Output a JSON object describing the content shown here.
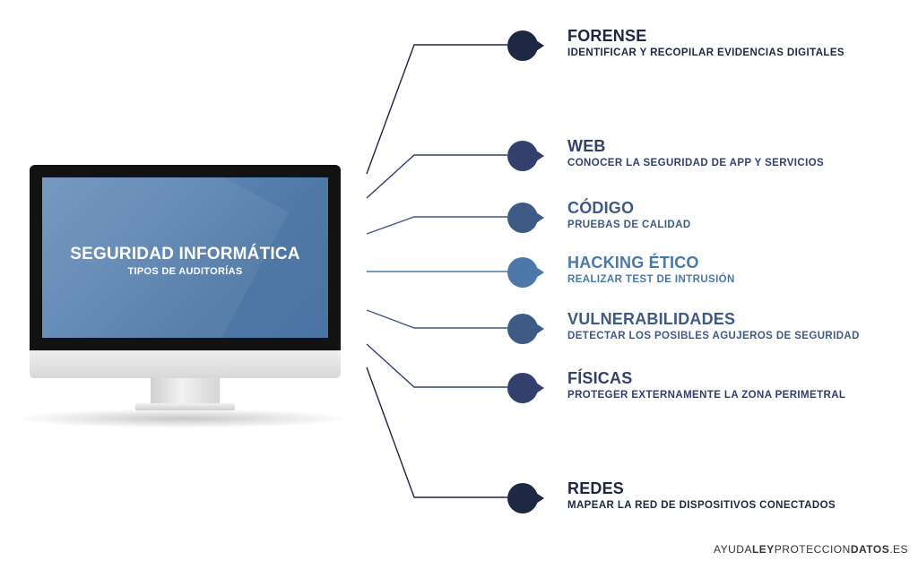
{
  "monitor": {
    "title": "SEGURIDAD INFORMÁTICA",
    "subtitle": "TIPOS DE AUDITORÍAS"
  },
  "items": [
    {
      "title": "FORENSE",
      "description": "IDENTIFICAR Y RECOPILAR EVIDENCIAS DIGITALES",
      "color": "#1e2743"
    },
    {
      "title": "WEB",
      "description": "CONOCER LA SEGURIDAD DE APP Y SERVICIOS",
      "color": "#33406e"
    },
    {
      "title": "CÓDIGO",
      "description": "PRUEBAS DE CALIDAD",
      "color": "#3e5a86"
    },
    {
      "title": "HACKING ÉTICO",
      "description": "REALIZAR TEST DE INTRUSIÓN",
      "color": "#4b78a8"
    },
    {
      "title": "VULNERABILIDADES",
      "description": "DETECTAR LOS POSIBLES AGUJEROS DE SEGURIDAD",
      "color": "#3e5a86"
    },
    {
      "title": "FÍSICAS",
      "description": "PROTEGER EXTERNAMENTE LA ZONA PERIMETRAL",
      "color": "#33406e"
    },
    {
      "title": "REDES",
      "description": "MAPEAR LA RED DE DISPOSITIVOS CONECTADOS",
      "color": "#1e2743"
    }
  ],
  "brand": {
    "part1": "AYUDA",
    "part2": "LEY",
    "part3": "PROTECCION",
    "part4": "DATOS",
    "part5": ".ES"
  }
}
